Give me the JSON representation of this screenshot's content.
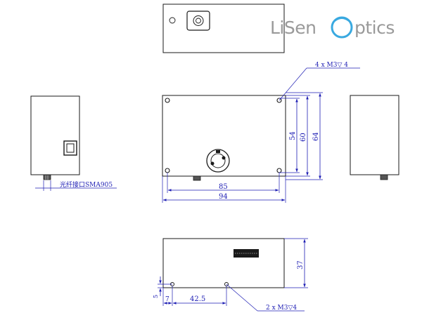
{
  "logo": {
    "part1": "LiSen",
    "part2": "ptics",
    "accent_color": "#39a9e0",
    "gray_color": "#9a9a9a"
  },
  "dimensions": {
    "width_inner": "85",
    "width_outer": "94",
    "height_54": "54",
    "height_60": "60",
    "height_64": "64",
    "height_37": "37",
    "offset_7": "7",
    "spacing_42_5": "42.5",
    "offset_5": "5"
  },
  "callouts": {
    "front_holes": "4 x M3▽ 4",
    "bottom_holes": "2 x M3▽4",
    "fiber_port": "光纤接口SMA905"
  },
  "colors": {
    "outline": "#1a1a1a",
    "dimension": "#1e1eb4"
  }
}
